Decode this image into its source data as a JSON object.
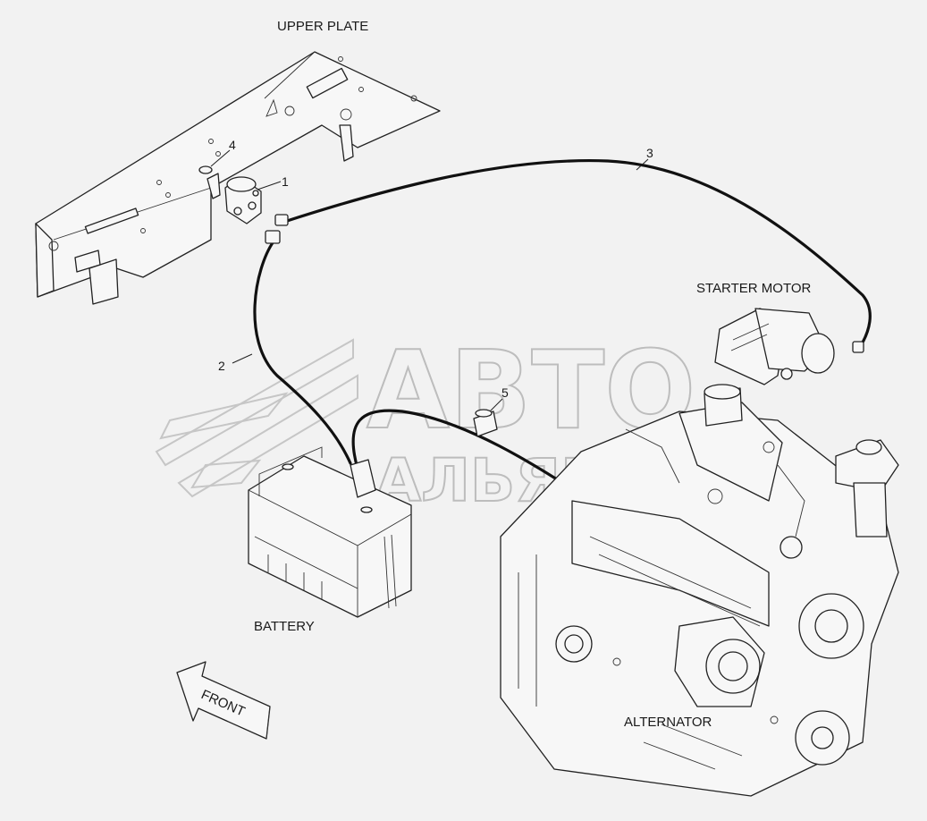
{
  "labels": {
    "upper_plate": "UPPER PLATE",
    "starter_motor": "STARTER MOTOR",
    "battery": "BATTERY",
    "alternator": "ALTERNATOR",
    "front": "FRONT"
  },
  "callouts": {
    "c1": "1",
    "c2": "2",
    "c3": "3",
    "c4": "4",
    "c5": "5"
  },
  "watermark": {
    "line1": "АВТО",
    "line2": "АЛЬЯНС"
  },
  "colors": {
    "background": "#f2f2f2",
    "ink": "#222222",
    "watermark": "#bdbdbd"
  }
}
